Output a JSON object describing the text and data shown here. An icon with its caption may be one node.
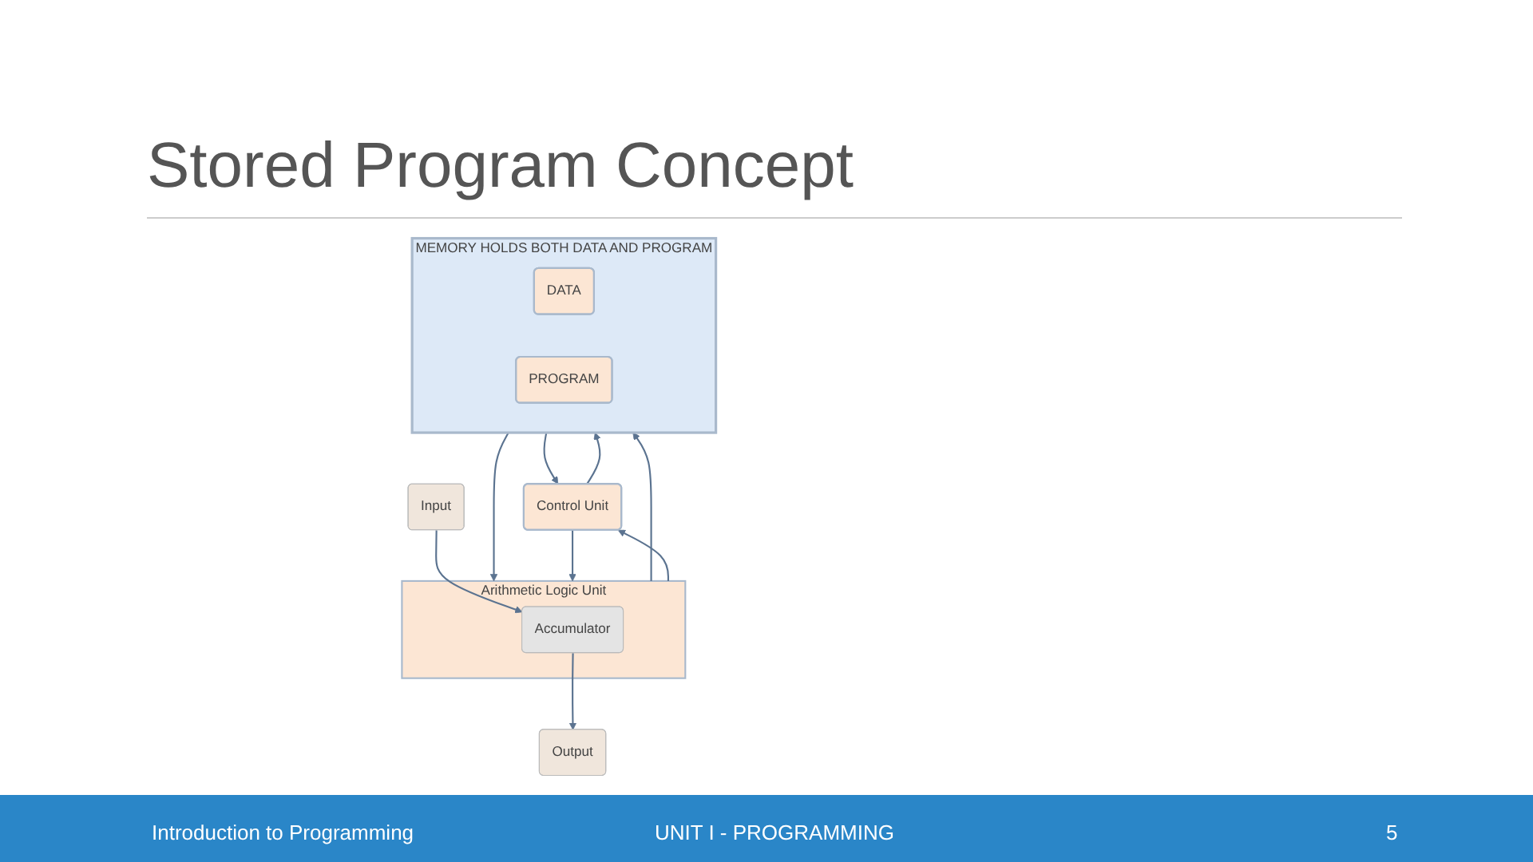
{
  "diagram": {
    "title": "Stored Program Concept",
    "nodes": [
      {
        "text": [
          "MEMORY HOLDS BOTH DATA AND PROGRAM"
        ]
      },
      {
        "text": [
          "DATA"
        ],
        "in": 0
      },
      {
        "text": [
          "PROGRAM"
        ],
        "in": 0
      },
      {
        "text": [
          "Control Unit"
        ]
      },
      {
        "text": [
          "Arithmetic Logic Unit"
        ]
      },
      {
        "text": [
          "Accumulator"
        ],
        "in": 4
      },
      {
        "text": [
          "Input"
        ]
      },
      {
        "text": [
          "Output"
        ]
      }
    ],
    "edges": [
      {
        "from": 3,
        "to": 0,
        "arrow": "to"
      },
      {
        "from": 0,
        "to": 3,
        "arrow": "to"
      },
      {
        "from": 4,
        "to": 0,
        "arrow": "to"
      },
      {
        "from": 0,
        "to": 4,
        "arrow": "to"
      },
      {
        "from": 3,
        "to": 4,
        "arrow": "to"
      },
      {
        "from": 4,
        "to": 3,
        "arrow": "to"
      },
      {
        "from": 6,
        "to": 5,
        "arrow": "to"
      },
      {
        "from": 5,
        "to": 7,
        "arrow": "to"
      }
    ],
    "labels": [
      "Introduction to Programming",
      "UNIT I - PROGRAMMING",
      "5"
    ]
  }
}
